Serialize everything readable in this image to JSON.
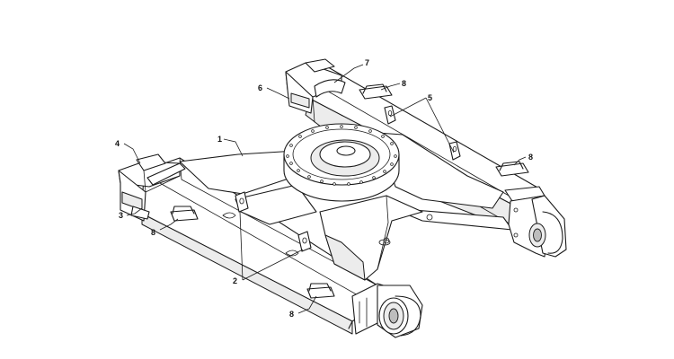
{
  "callouts": [
    {
      "id": "c1",
      "label": "1"
    },
    {
      "id": "c2",
      "label": "2"
    },
    {
      "id": "c3",
      "label": "3"
    },
    {
      "id": "c4",
      "label": "4"
    },
    {
      "id": "c5",
      "label": "5"
    },
    {
      "id": "c6",
      "label": "6"
    },
    {
      "id": "c7",
      "label": "7"
    },
    {
      "id": "c8a",
      "label": "8"
    },
    {
      "id": "c8b",
      "label": "8"
    },
    {
      "id": "c8c",
      "label": "8"
    },
    {
      "id": "c8d",
      "label": "8"
    }
  ]
}
